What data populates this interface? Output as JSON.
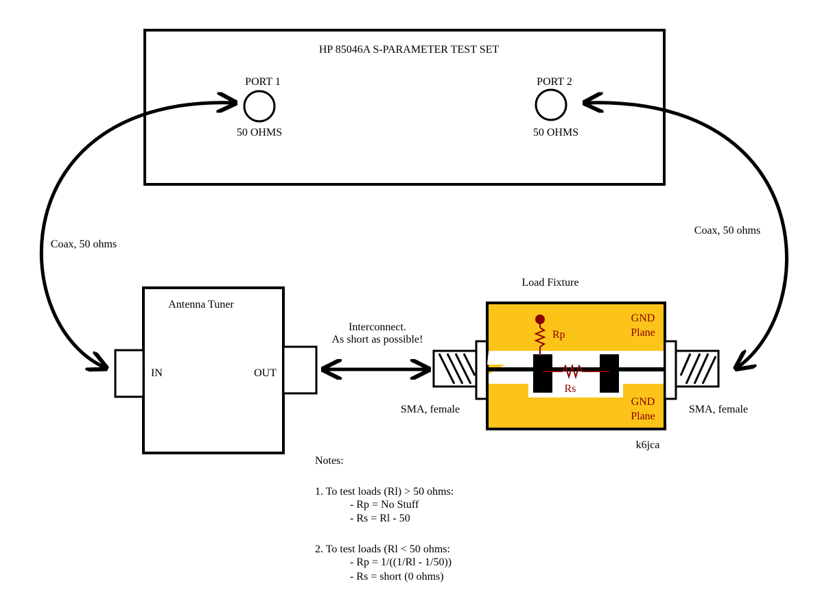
{
  "test_set": {
    "title": "HP 85046A S-PARAMETER TEST SET",
    "port1": {
      "label": "PORT 1",
      "impedance": "50 OHMS"
    },
    "port2": {
      "label": "PORT 2",
      "impedance": "50 OHMS"
    }
  },
  "coax_left": "Coax, 50 ohms",
  "coax_right": "Coax, 50 ohms",
  "tuner": {
    "title": "Antenna Tuner",
    "in": "IN",
    "out": "OUT"
  },
  "interconnect": {
    "line1": "Interconnect.",
    "line2": "As short as possible!"
  },
  "fixture": {
    "title": "Load Fixture",
    "gnd_top": [
      "GND",
      "Plane"
    ],
    "gnd_bottom": [
      "GND",
      "Plane"
    ],
    "rp": "Rp",
    "rs": "Rs",
    "board_color": "#fcc419",
    "component_color": "#8b0000"
  },
  "sma_left": "SMA, female",
  "sma_right": "SMA, female",
  "signature": "k6jca",
  "notes": {
    "heading": "Notes:",
    "item1": {
      "title": "1.  To test loads (Rl) > 50 ohms:",
      "a": "-  Rp = No Stuff",
      "b": "-  Rs = Rl - 50"
    },
    "item2": {
      "title": "2.  To test loads (Rl < 50 ohms:",
      "a": "-  Rp = 1/((1/Rl - 1/50))",
      "b": "-  Rs = short (0 ohms)"
    }
  }
}
